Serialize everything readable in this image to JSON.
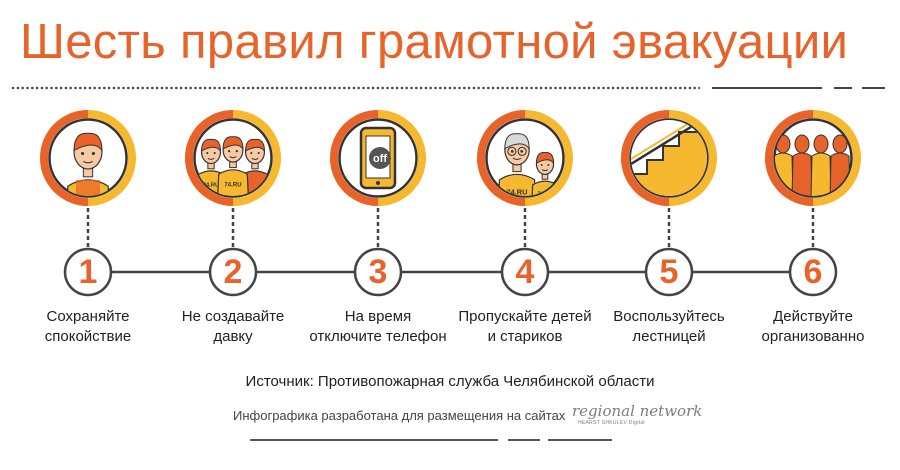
{
  "title": "Шесть правил грамотной эвакуации",
  "colors": {
    "orange": "#e8632a",
    "yellow": "#f5b82e",
    "dark": "#444444"
  },
  "steps": [
    {
      "number": "1",
      "line1": "Сохраняйте",
      "line2": "спокойствие",
      "icon": "calm-person-icon"
    },
    {
      "number": "2",
      "line1": "Не создавайте",
      "line2": "давку",
      "icon": "crowd-icon"
    },
    {
      "number": "3",
      "line1": "На время",
      "line2": "отключите телефон",
      "icon": "phone-off-icon",
      "icon_text": "off"
    },
    {
      "number": "4",
      "line1": "Пропускайте детей",
      "line2": "и стариков",
      "icon": "elder-and-child-icon"
    },
    {
      "number": "5",
      "line1": "Воспользуйтесь",
      "line2": "лестницей",
      "icon": "stairs-icon"
    },
    {
      "number": "6",
      "line1": "Действуйте",
      "line2": "организованно",
      "icon": "queue-icon"
    }
  ],
  "shirt_text": "74.RU",
  "source": "Источник: Противопожарная служба Челябинской области",
  "credit": "Инфографика разработана для размещения на сайтах",
  "brand": {
    "name": "regional network",
    "subtitle": "HEARST SHKULEV Digital"
  }
}
